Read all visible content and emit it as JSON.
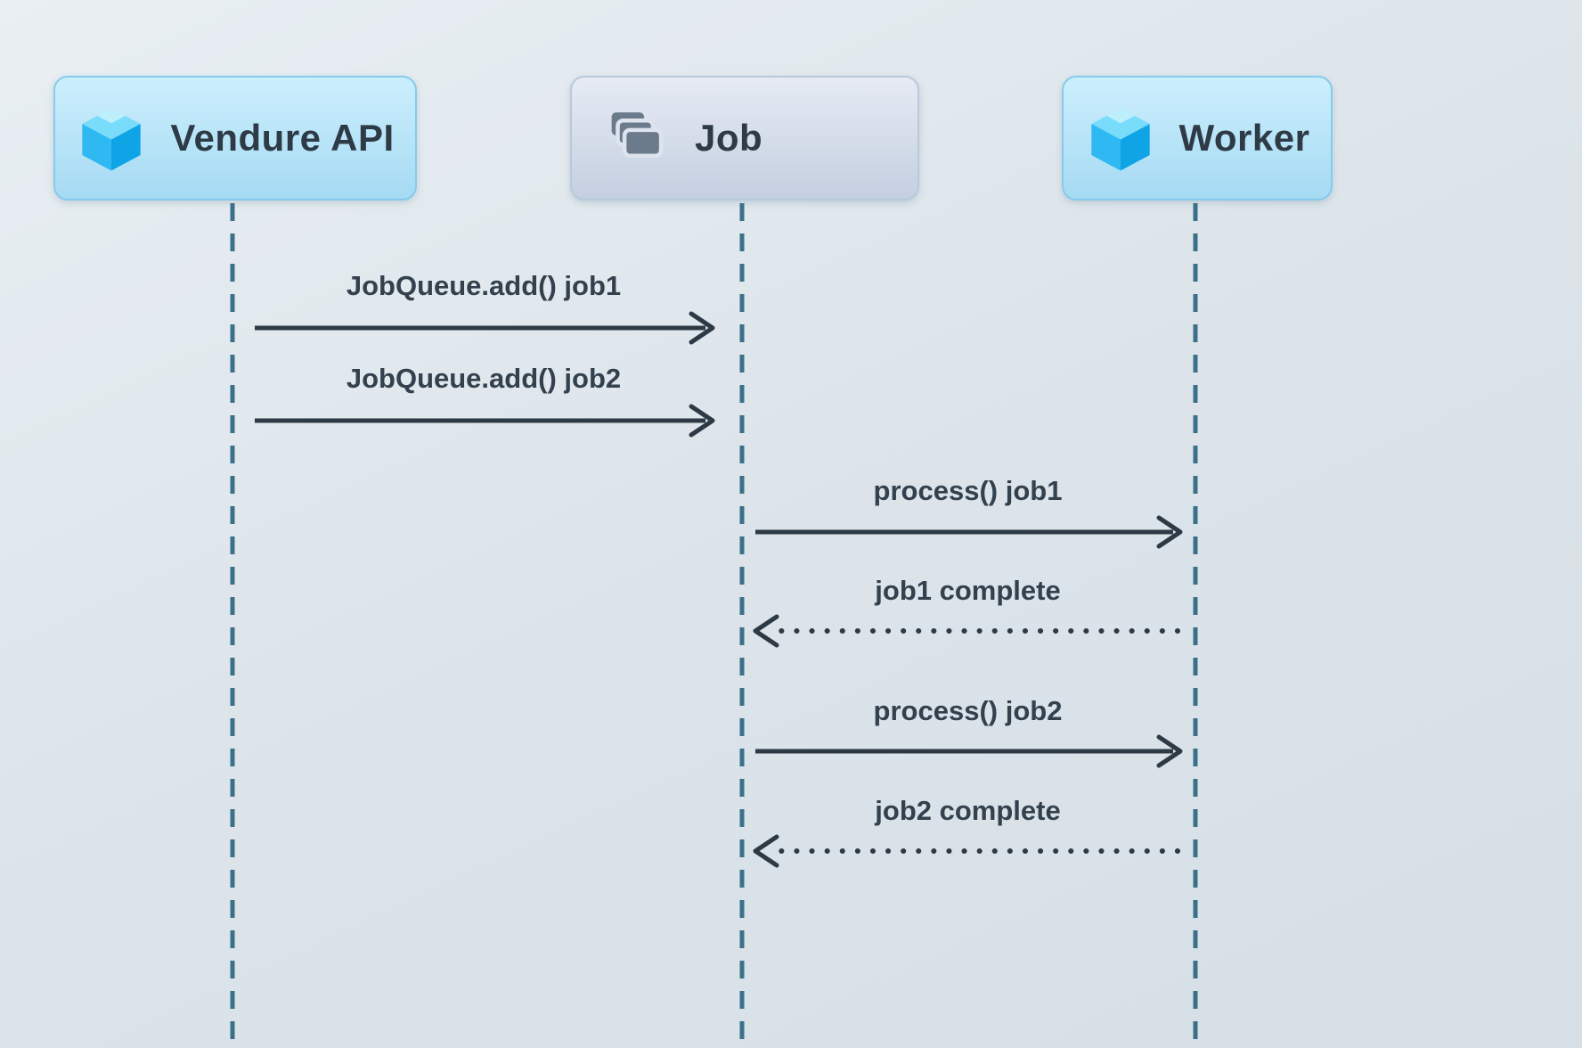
{
  "diagram": {
    "type": "sequence-diagram",
    "actors": [
      {
        "label": "Vendure API",
        "icon": "vendure-logo-icon"
      },
      {
        "label": "Job",
        "icon": "stacked-cards-icon"
      },
      {
        "label": "Worker",
        "icon": "vendure-logo-icon"
      }
    ],
    "messages": [
      {
        "label": "JobQueue.add() job1",
        "from": "Vendure API",
        "to": "Job",
        "line": "solid",
        "direction": "right"
      },
      {
        "label": "JobQueue.add() job2",
        "from": "Vendure API",
        "to": "Job",
        "line": "solid",
        "direction": "right"
      },
      {
        "label": "process() job1",
        "from": "Job",
        "to": "Worker",
        "line": "solid",
        "direction": "right"
      },
      {
        "label": "job1 complete",
        "from": "Worker",
        "to": "Job",
        "line": "dotted",
        "direction": "left"
      },
      {
        "label": "process() job2",
        "from": "Job",
        "to": "Worker",
        "line": "solid",
        "direction": "right"
      },
      {
        "label": "job2 complete",
        "from": "Worker",
        "to": "Job",
        "line": "dotted",
        "direction": "left"
      }
    ],
    "colors": {
      "background": "#dde5ea",
      "actor_fill_top": "#cceffd",
      "actor_fill_bottom": "#a6daf3",
      "actor_border": "#85cbec",
      "job_fill_top": "#e6ebf4",
      "job_fill_bottom": "#c4cfe0",
      "lifeline": "#3a7089",
      "arrow": "#2d3a45",
      "text": "#33414e",
      "logo_blue": "#29b6f0",
      "logo_blue_light": "#7adcfb",
      "logo_blue_dark": "#0fa4e6",
      "icon_gray": "#6b7b8c"
    }
  }
}
